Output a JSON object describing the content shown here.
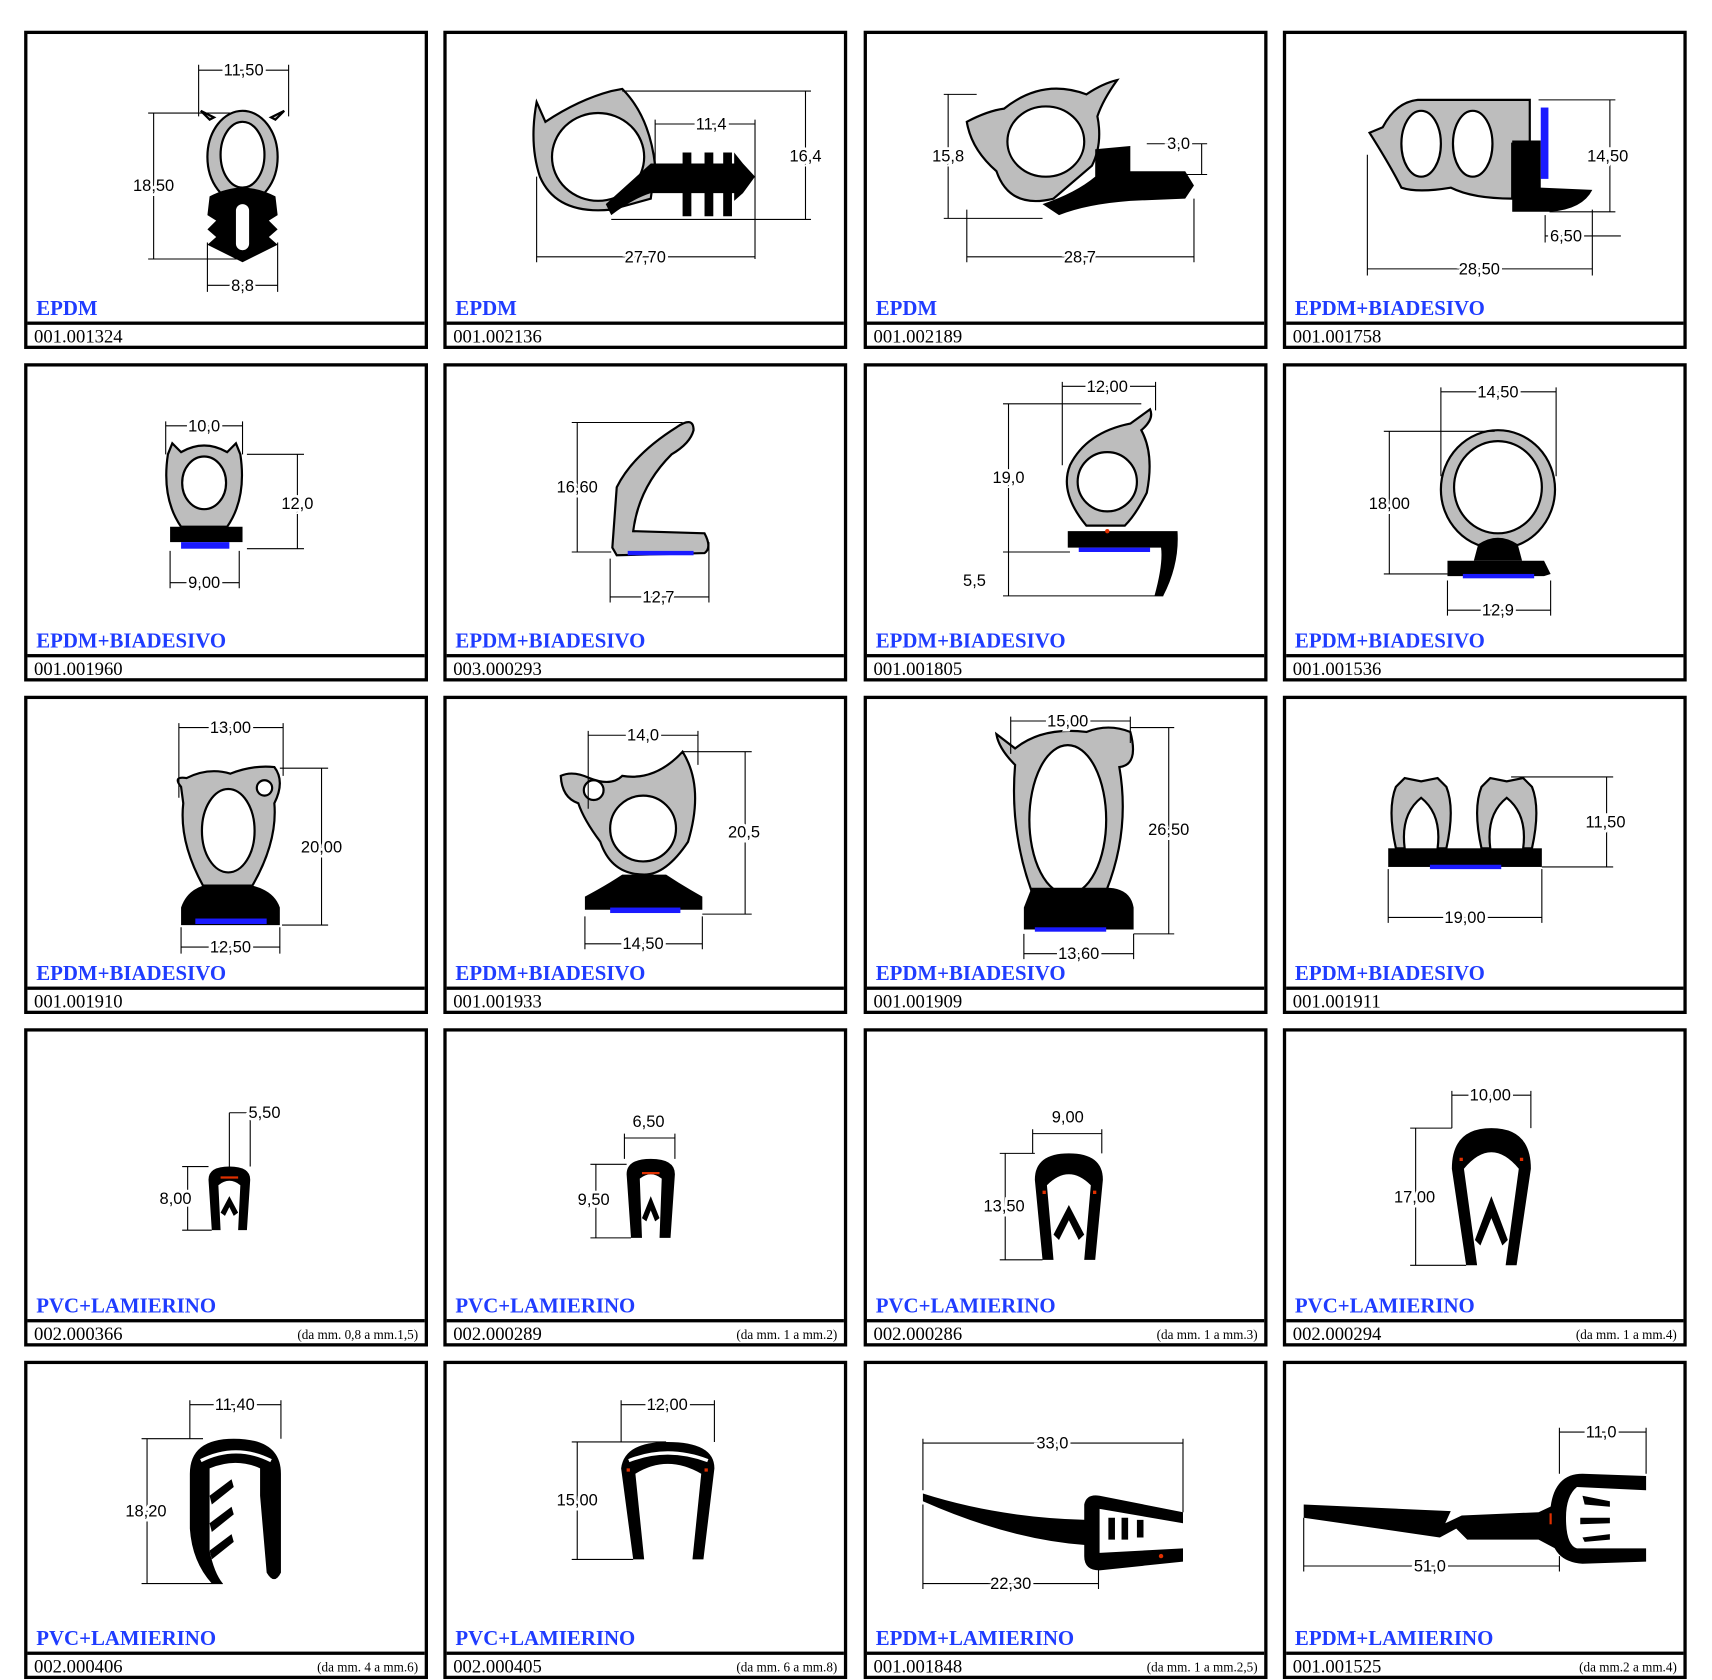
{
  "cards": [
    {
      "material": "EPDM",
      "code": "001.001324",
      "dims": [
        "11,50",
        "18,50",
        "8,8"
      ]
    },
    {
      "material": "EPDM",
      "code": "001.002136",
      "dims": [
        "11,4",
        "16,4",
        "27,70"
      ]
    },
    {
      "material": "EPDM",
      "code": "001.002189",
      "dims": [
        "15,8",
        "3,0",
        "28,7"
      ]
    },
    {
      "material": "EPDM+BIADESIVO",
      "code": "001.001758",
      "dims": [
        "14,50",
        "6,50",
        "28,50"
      ]
    },
    {
      "material": "EPDM+BIADESIVO",
      "code": "001.001960",
      "dims": [
        "10,0",
        "12,0",
        "9,00"
      ]
    },
    {
      "material": "EPDM+BIADESIVO",
      "code": "003.000293",
      "dims": [
        "16,60",
        "12,7"
      ]
    },
    {
      "material": "EPDM+BIADESIVO",
      "code": "001.001805",
      "dims": [
        "12,00",
        "19,0",
        "5,5"
      ]
    },
    {
      "material": "EPDM+BIADESIVO",
      "code": "001.001536",
      "dims": [
        "14,50",
        "18,00",
        "12,9"
      ]
    },
    {
      "material": "EPDM+BIADESIVO",
      "code": "001.001910",
      "dims": [
        "13,00",
        "20,00",
        "12,50"
      ]
    },
    {
      "material": "EPDM+BIADESIVO",
      "code": "001.001933",
      "dims": [
        "14,0",
        "20,5",
        "14,50"
      ]
    },
    {
      "material": "EPDM+BIADESIVO",
      "code": "001.001909",
      "dims": [
        "15,00",
        "26,50",
        "13,60"
      ]
    },
    {
      "material": "EPDM+BIADESIVO",
      "code": "001.001911",
      "dims": [
        "11,50",
        "19,00"
      ]
    },
    {
      "material": "PVC+LAMIERINO",
      "code": "002.000366",
      "note": "(da mm. 0,8 a mm.1,5)",
      "dims": [
        "5,50",
        "8,00"
      ]
    },
    {
      "material": "PVC+LAMIERINO",
      "code": "002.000289",
      "note": "(da mm. 1 a mm.2)",
      "dims": [
        "6,50",
        "9,50"
      ]
    },
    {
      "material": "PVC+LAMIERINO",
      "code": "002.000286",
      "note": "(da mm. 1 a mm.3)",
      "dims": [
        "9,00",
        "13,50"
      ]
    },
    {
      "material": "PVC+LAMIERINO",
      "code": "002.000294",
      "note": "(da mm. 1 a mm.4)",
      "dims": [
        "10,00",
        "17,00"
      ]
    },
    {
      "material": "PVC+LAMIERINO",
      "code": "002.000406",
      "note": "(da mm. 4 a mm.6)",
      "dims": [
        "11,40",
        "18,20"
      ]
    },
    {
      "material": "PVC+LAMIERINO",
      "code": "002.000405",
      "note": "(da mm. 6 a mm.8)",
      "dims": [
        "12,00",
        "15,00"
      ]
    },
    {
      "material": "EPDM+LAMIERINO",
      "code": "001.001848",
      "note": "(da mm. 1 a mm.2,5)",
      "dims": [
        "33,0",
        "22,30"
      ]
    },
    {
      "material": "EPDM+LAMIERINO",
      "code": "001.001525",
      "note": "(da mm.2 a mm.4)",
      "dims": [
        "11,0",
        "51,0"
      ]
    }
  ]
}
